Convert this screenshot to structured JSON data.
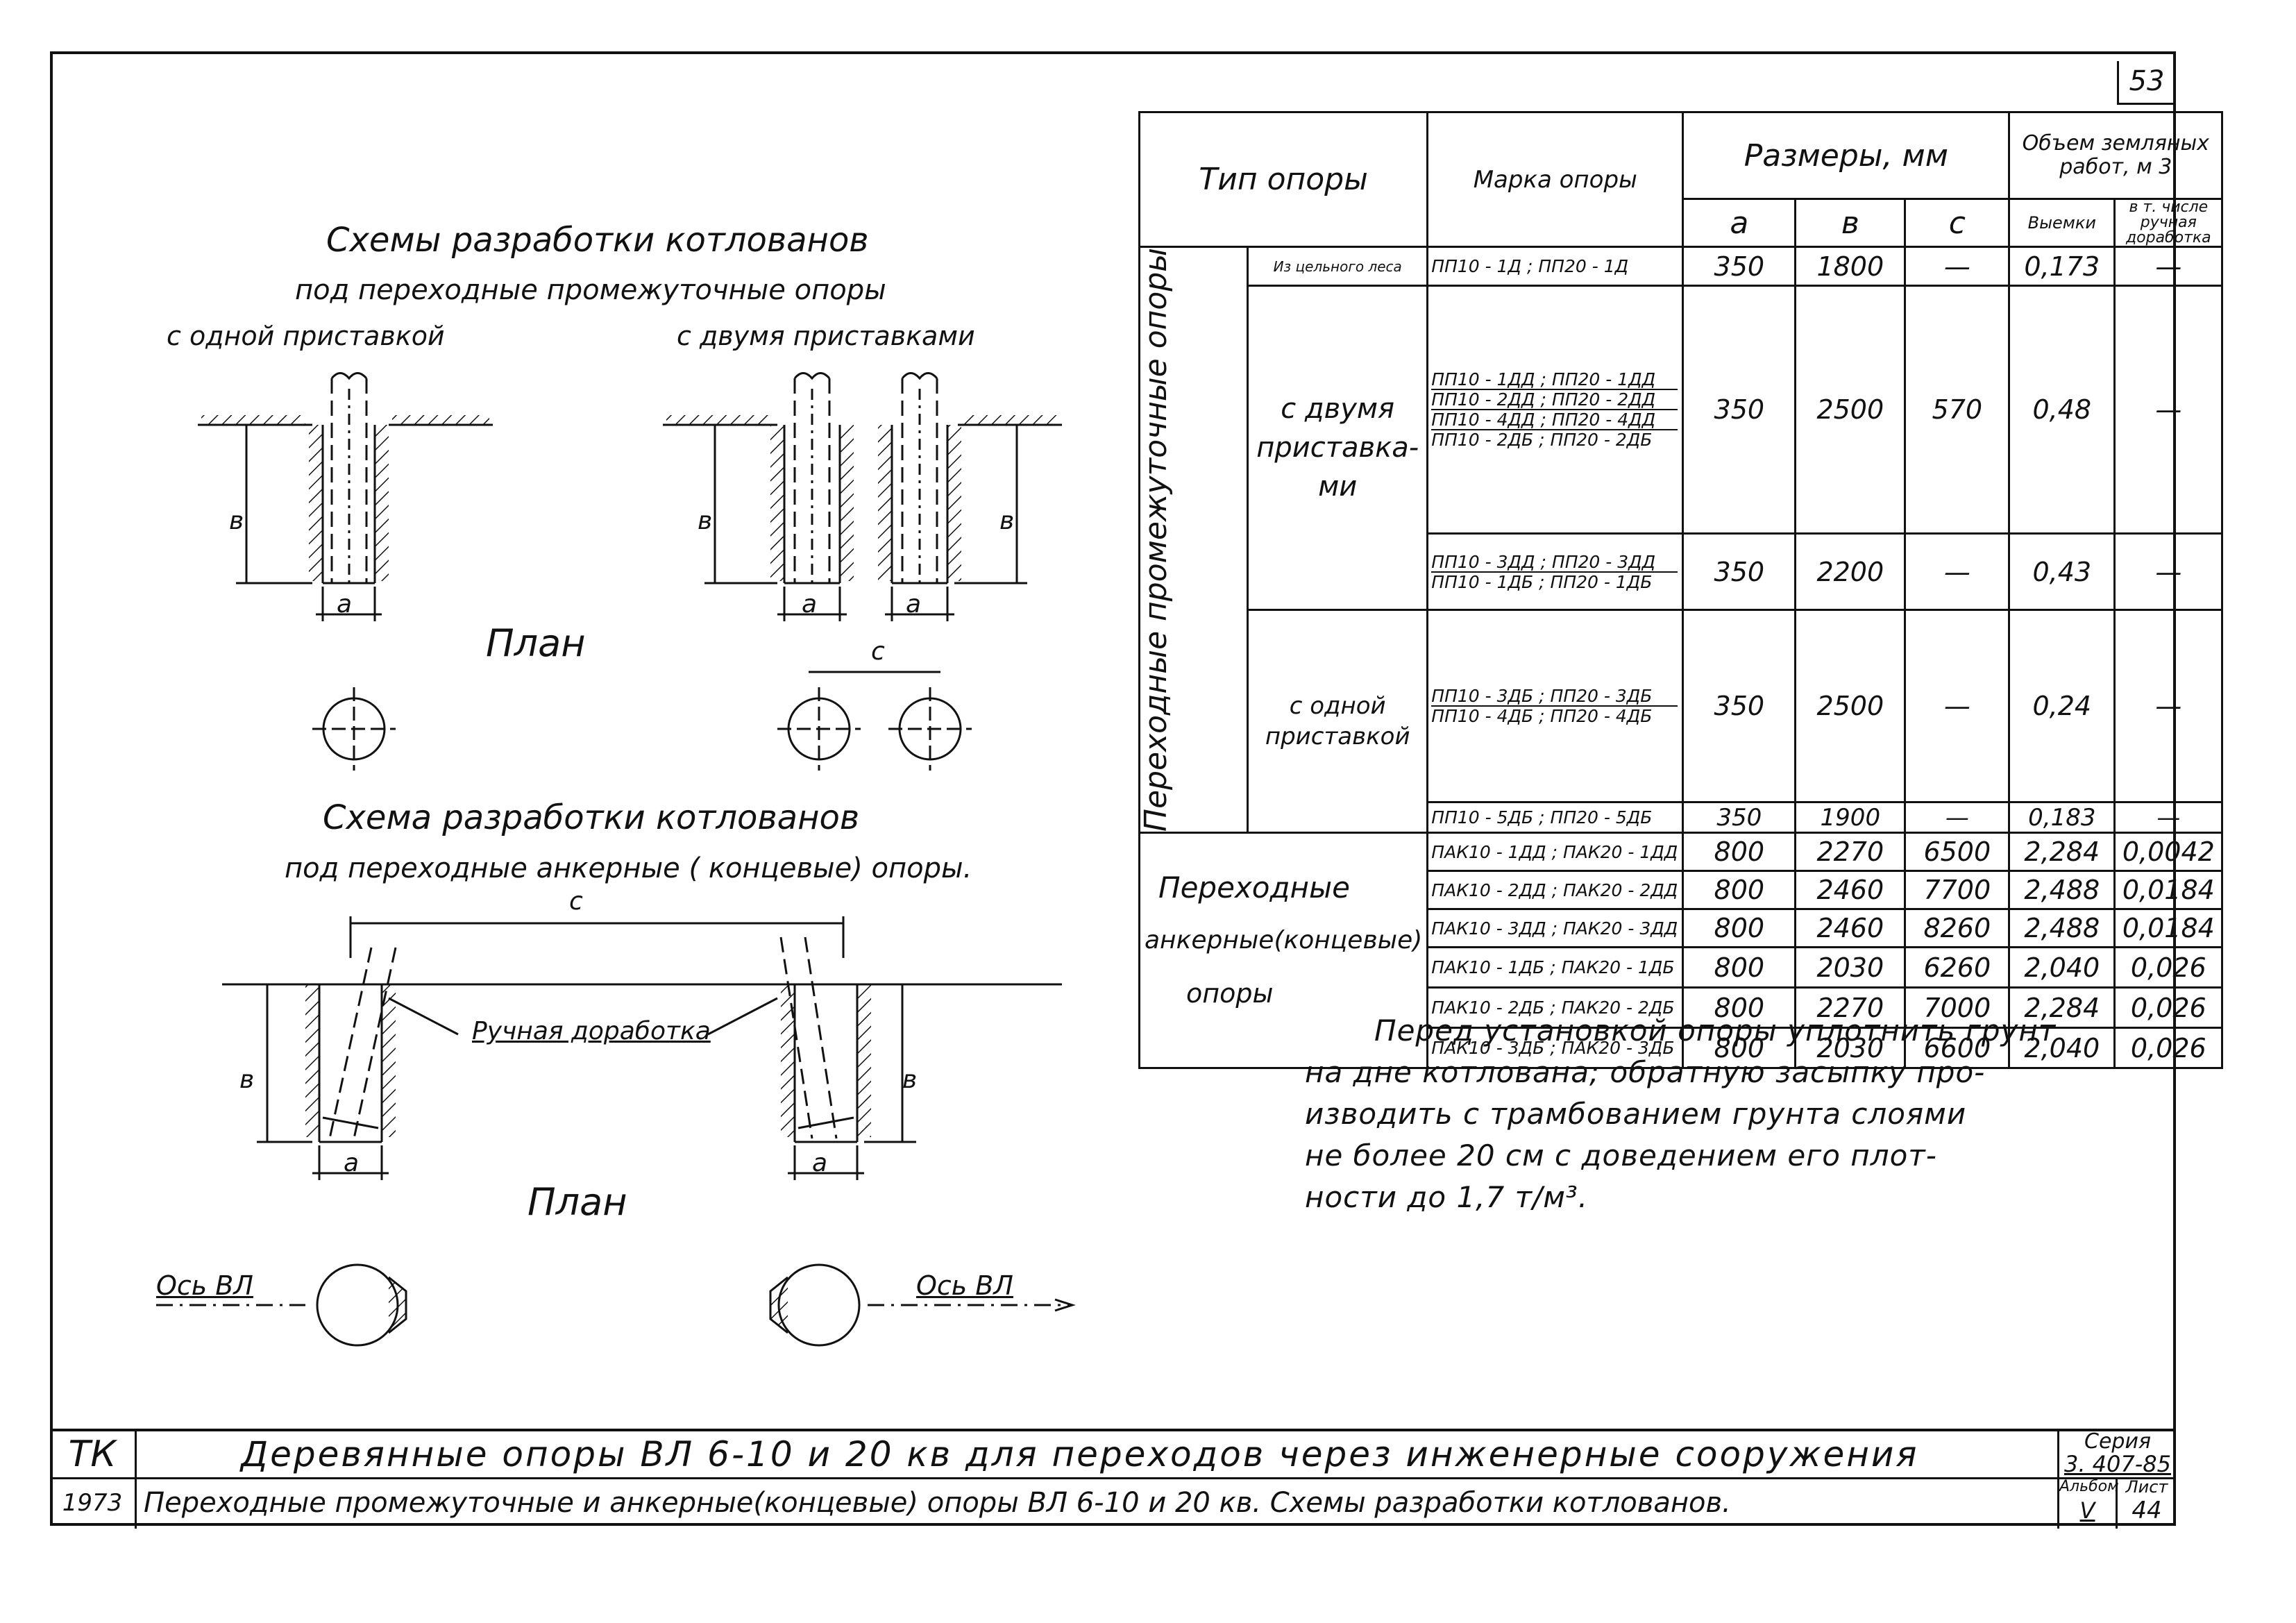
{
  "sheet": {
    "page_number": "53"
  },
  "left": {
    "scheme1_title_line1": "Схемы разработки котлованов",
    "scheme1_title_line2": "под переходные промежуточные опоры",
    "with_one": "с одной приставкой",
    "with_two": "с двумя приставками",
    "plan_label_1": "План",
    "scheme2_title_line1": "Схема разработки котлованов",
    "scheme2_title_line2": "под переходные анкерные ( концевые) опоры.",
    "hand_finishing": "Ручная доработка",
    "plan_label_2": "План",
    "axis_left": "Ось ВЛ",
    "axis_right": "Ось ВЛ",
    "dim_a": "а",
    "dim_b": "в",
    "dim_c": "с"
  },
  "table": {
    "headers": {
      "type": "Тип опоры",
      "mark": "Марка опоры",
      "sizes": "Размеры, мм",
      "a": "а",
      "b": "в",
      "c": "с",
      "volume": "Объем земляных работ, м 3",
      "excavation": "Выемки",
      "manual": "в т. числе ручная доработка"
    },
    "group1_type": "Переходные промежуточные опоры",
    "group1_sub_whole": "Из цельного леса",
    "group1_sub_two": "с двумя приставка-ми",
    "group1_sub_one": "с одной приставкой",
    "group2_type_line1": "Переходные",
    "group2_type_line2": "анкерные(концевые)",
    "group2_type_line3": "опоры",
    "rows": [
      {
        "marks": [
          "ПП10 - 1Д ; ПП20 - 1Д"
        ],
        "a": "350",
        "b": "1800",
        "c": "—",
        "v": "0,173",
        "m": "—"
      },
      {
        "marks": [
          "ПП10 - 1ДД ; ПП20 - 1ДД",
          "ПП10 - 2ДД ; ПП20 - 2ДД",
          "ПП10 - 4ДД ; ПП20 - 4ДД",
          "ПП10 - 2ДБ ; ПП20 - 2ДБ"
        ],
        "a": "350",
        "b": "2500",
        "c": "570",
        "v": "0,48",
        "m": "—"
      },
      {
        "marks": [
          "ПП10 - 3ДД ; ПП20 - 3ДД",
          "ПП10 - 1ДБ ; ПП20 - 1ДБ"
        ],
        "a": "350",
        "b": "2200",
        "c": "—",
        "v": "0,43",
        "m": "—"
      },
      {
        "marks": [
          "ПП10 - 3ДБ ; ПП20 - 3ДБ",
          "ПП10 - 4ДБ ; ПП20 - 4ДБ"
        ],
        "a": "350",
        "b": "2500",
        "c": "—",
        "v": "0,24",
        "m": "—"
      },
      {
        "marks": [
          "ПП10 - 5ДБ ; ПП20 - 5ДБ"
        ],
        "a": "350",
        "b": "1900",
        "c": "—",
        "v": "0,183",
        "m": "—"
      },
      {
        "marks": [
          "ПАК10 - 1ДД ; ПАК20 - 1ДД"
        ],
        "a": "800",
        "b": "2270",
        "c": "6500",
        "v": "2,284",
        "m": "0,0042"
      },
      {
        "marks": [
          "ПАК10 - 2ДД ; ПАК20 - 2ДД"
        ],
        "a": "800",
        "b": "2460",
        "c": "7700",
        "v": "2,488",
        "m": "0,0184"
      },
      {
        "marks": [
          "ПАК10 - 3ДД ; ПАК20 - 3ДД"
        ],
        "a": "800",
        "b": "2460",
        "c": "8260",
        "v": "2,488",
        "m": "0,0184"
      },
      {
        "marks": [
          "ПАК10 - 1ДБ ; ПАК20 - 1ДБ"
        ],
        "a": "800",
        "b": "2030",
        "c": "6260",
        "v": "2,040",
        "m": "0,026"
      },
      {
        "marks": [
          "ПАК10 - 2ДБ ; ПАК20 - 2ДБ"
        ],
        "a": "800",
        "b": "2270",
        "c": "7000",
        "v": "2,284",
        "m": "0,026"
      },
      {
        "marks": [
          "ПАК10 - 3ДБ ; ПАК20 - 3ДБ"
        ],
        "a": "800",
        "b": "2030",
        "c": "6600",
        "v": "2,040",
        "m": "0,026"
      }
    ]
  },
  "note": {
    "line1": "Перед установкой опоры уплотнить грунт",
    "line2": "на дне котлована; обратную засыпку про-",
    "line3": "изводить с трамбованием грунта слоями",
    "line4": "не более 20 см с доведением его плот-",
    "line5": "ности до 1,7 т/м³."
  },
  "title_block": {
    "org": "ТК",
    "year": "1973",
    "main_title": "Деревянные опоры ВЛ 6-10 и 20 кв для переходов через инженерные сооружения",
    "sub_title": "Переходные промежуточные и анкерные(концевые) опоры ВЛ 6-10 и 20 кв. Схемы разработки котлованов.",
    "series_label": "Серия",
    "series_value": "3. 407-85",
    "album_label": "Альбом",
    "album_value": "V",
    "sheet_label": "Лист",
    "sheet_value": "44"
  }
}
